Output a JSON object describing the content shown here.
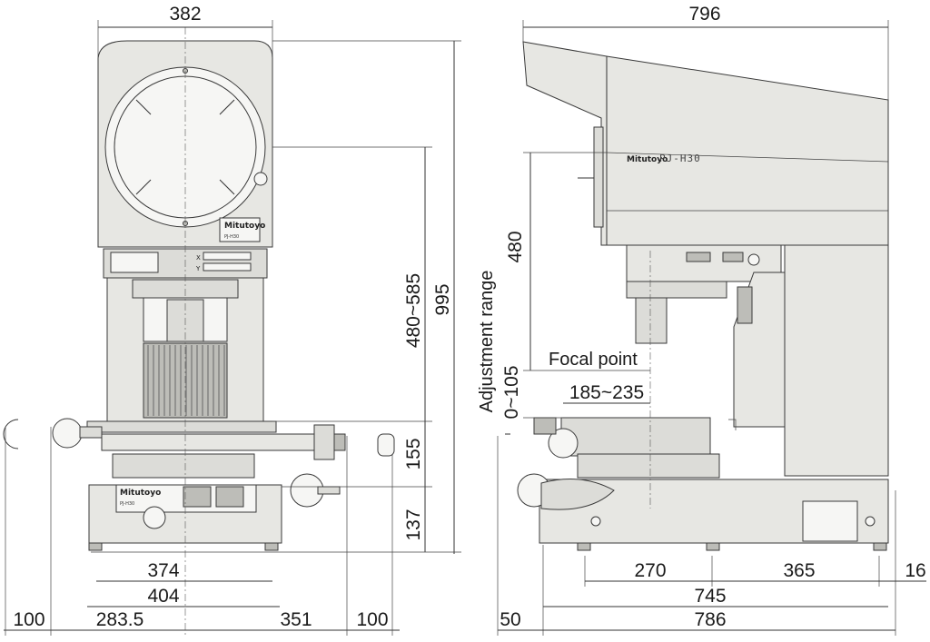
{
  "diagram": {
    "front_view": {
      "width_top": "382",
      "total_height": "995",
      "screen_height_range": "480~585",
      "stage_height": "155",
      "base_height": "137",
      "base_width": "374",
      "foot_span": "404",
      "left_offset": "100",
      "left_travel": "283.5",
      "right_travel": "351",
      "right_offset": "100",
      "axis_x": "X",
      "axis_y": "Y"
    },
    "side_view": {
      "total_depth": "796",
      "screen_to_focal": "480",
      "adjustment_range_label": "Adjustment range",
      "adjustment_range_value": "0~105",
      "focal_point_label": "Focal point",
      "focal_range": "185~235",
      "rear_foot_span": "270",
      "rear_offset": "365",
      "rear_edge": "16",
      "base_depth": "745",
      "front_offset": "50",
      "overall_depth": "786"
    },
    "labels": {
      "brand": "Mitutoyo",
      "model": "PJ-H30"
    }
  }
}
